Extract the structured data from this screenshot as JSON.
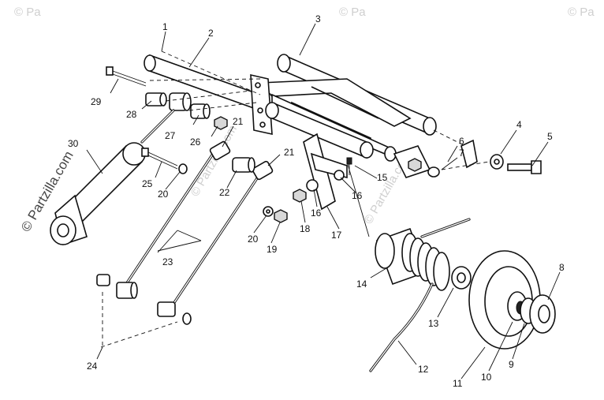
{
  "watermark": {
    "brand": "© Partzilla.com",
    "faint_repeat": "© Pa"
  },
  "callouts": [
    {
      "id": "c1",
      "text": "1"
    },
    {
      "id": "c2",
      "text": "2"
    },
    {
      "id": "c3",
      "text": "3"
    },
    {
      "id": "c4",
      "text": "4"
    },
    {
      "id": "c5",
      "text": "5"
    },
    {
      "id": "c6",
      "text": "6"
    },
    {
      "id": "c7",
      "text": "7"
    },
    {
      "id": "c8",
      "text": "8"
    },
    {
      "id": "c9",
      "text": "9"
    },
    {
      "id": "c10",
      "text": "10"
    },
    {
      "id": "c11",
      "text": "11"
    },
    {
      "id": "c12",
      "text": "12"
    },
    {
      "id": "c13",
      "text": "13"
    },
    {
      "id": "c14",
      "text": "14"
    },
    {
      "id": "c15",
      "text": "15"
    },
    {
      "id": "c16a",
      "text": "16"
    },
    {
      "id": "c16b",
      "text": "16"
    },
    {
      "id": "c17",
      "text": "17"
    },
    {
      "id": "c18",
      "text": "18"
    },
    {
      "id": "c19",
      "text": "19"
    },
    {
      "id": "c20a",
      "text": "20"
    },
    {
      "id": "c20b",
      "text": "20"
    },
    {
      "id": "c21a",
      "text": "21"
    },
    {
      "id": "c21b",
      "text": "21"
    },
    {
      "id": "c22",
      "text": "22"
    },
    {
      "id": "c23",
      "text": "23"
    },
    {
      "id": "c24",
      "text": "24"
    },
    {
      "id": "c25",
      "text": "25"
    },
    {
      "id": "c26",
      "text": "26"
    },
    {
      "id": "c27",
      "text": "27"
    },
    {
      "id": "c28",
      "text": "28"
    },
    {
      "id": "c29",
      "text": "29"
    },
    {
      "id": "c30",
      "text": "30"
    }
  ]
}
